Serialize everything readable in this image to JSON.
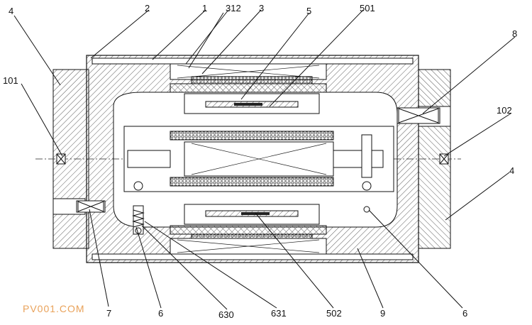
{
  "labels": {
    "l4_top": "4",
    "l2": "2",
    "l1": "1",
    "l312": "312",
    "l3": "3",
    "l5": "5",
    "l501": "501",
    "l8": "8",
    "l101": "101",
    "l102": "102",
    "l4_right": "4",
    "l7": "7",
    "l6_left": "6",
    "l630": "630",
    "l631": "631",
    "l502": "502",
    "l9": "9",
    "l6_right": "6"
  },
  "watermark": "PV001.COM",
  "colors": {
    "line": "#111111",
    "watermark": "#e9a25a"
  }
}
